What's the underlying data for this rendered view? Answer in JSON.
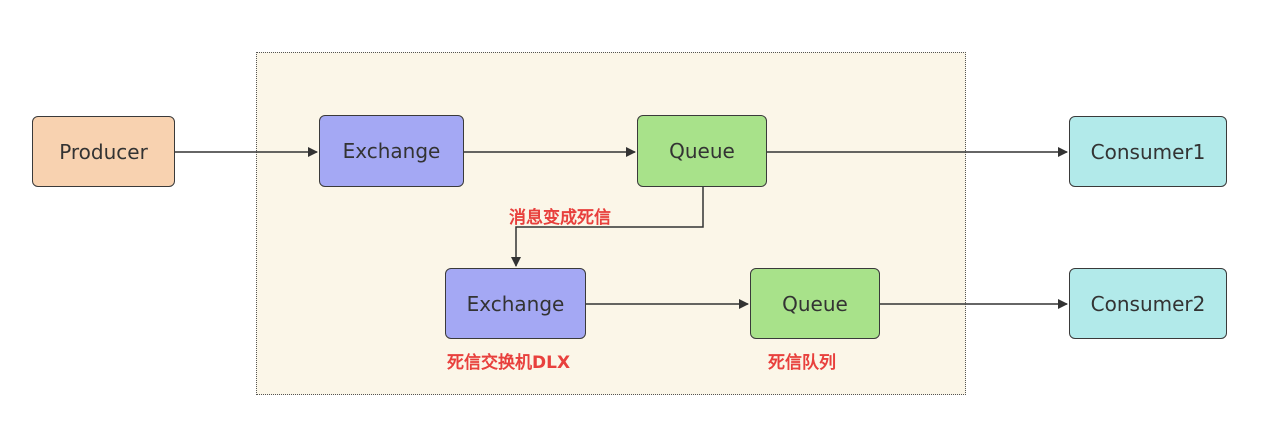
{
  "colors": {
    "producer": "#f8d2b0",
    "exchange": "#a4a8f4",
    "queue": "#a8e28a",
    "consumer": "#b2eaea",
    "label_red": "#e8403d",
    "edge": "#333333"
  },
  "nodes": {
    "producer": {
      "label": "Producer",
      "color_key": "producer"
    },
    "exchange1": {
      "label": "Exchange",
      "color_key": "exchange"
    },
    "queue1": {
      "label": "Queue",
      "color_key": "queue"
    },
    "consumer1": {
      "label": "Consumer1",
      "color_key": "consumer"
    },
    "exchange2": {
      "label": "Exchange",
      "color_key": "exchange"
    },
    "queue2": {
      "label": "Queue",
      "color_key": "queue"
    },
    "consumer2": {
      "label": "Consumer2",
      "color_key": "consumer"
    }
  },
  "labels": {
    "dead_message": "消息变成死信",
    "dlx": "死信交换机DLX",
    "dlq": "死信队列"
  },
  "edges": [
    {
      "from": "producer",
      "to": "exchange1"
    },
    {
      "from": "exchange1",
      "to": "queue1"
    },
    {
      "from": "queue1",
      "to": "consumer1"
    },
    {
      "from": "queue1",
      "to": "exchange2",
      "label_key": "dead_message"
    },
    {
      "from": "exchange2",
      "to": "queue2"
    },
    {
      "from": "queue2",
      "to": "consumer2"
    }
  ]
}
